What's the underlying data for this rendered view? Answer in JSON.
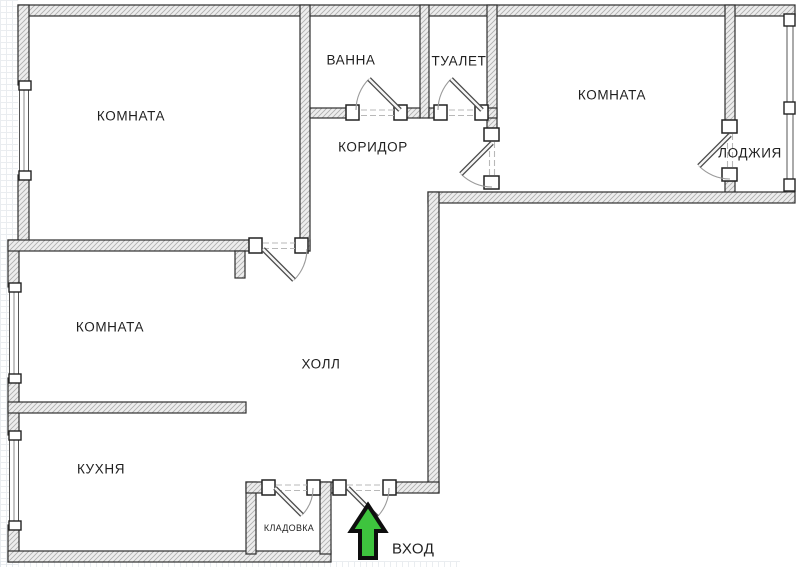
{
  "plan": {
    "rooms": [
      {
        "id": "room-top-left",
        "label": "КОМНАТА"
      },
      {
        "id": "bath",
        "label": "ВАННА"
      },
      {
        "id": "toilet",
        "label": "ТУАЛЕТ"
      },
      {
        "id": "corridor",
        "label": "КОРИДОР"
      },
      {
        "id": "room-top-right",
        "label": "КОМНАТА"
      },
      {
        "id": "loggia",
        "label": "ЛОДЖИЯ"
      },
      {
        "id": "room-middle-left",
        "label": "КОМНАТА"
      },
      {
        "id": "hall",
        "label": "ХОЛЛ"
      },
      {
        "id": "kitchen",
        "label": "КУХНЯ"
      },
      {
        "id": "storage",
        "label": "КЛАДОВКА"
      }
    ],
    "entrance_label": "ВХОД",
    "colors": {
      "arrow_green": "#3ec43e",
      "wall_outline": "#2e2e2e"
    }
  }
}
